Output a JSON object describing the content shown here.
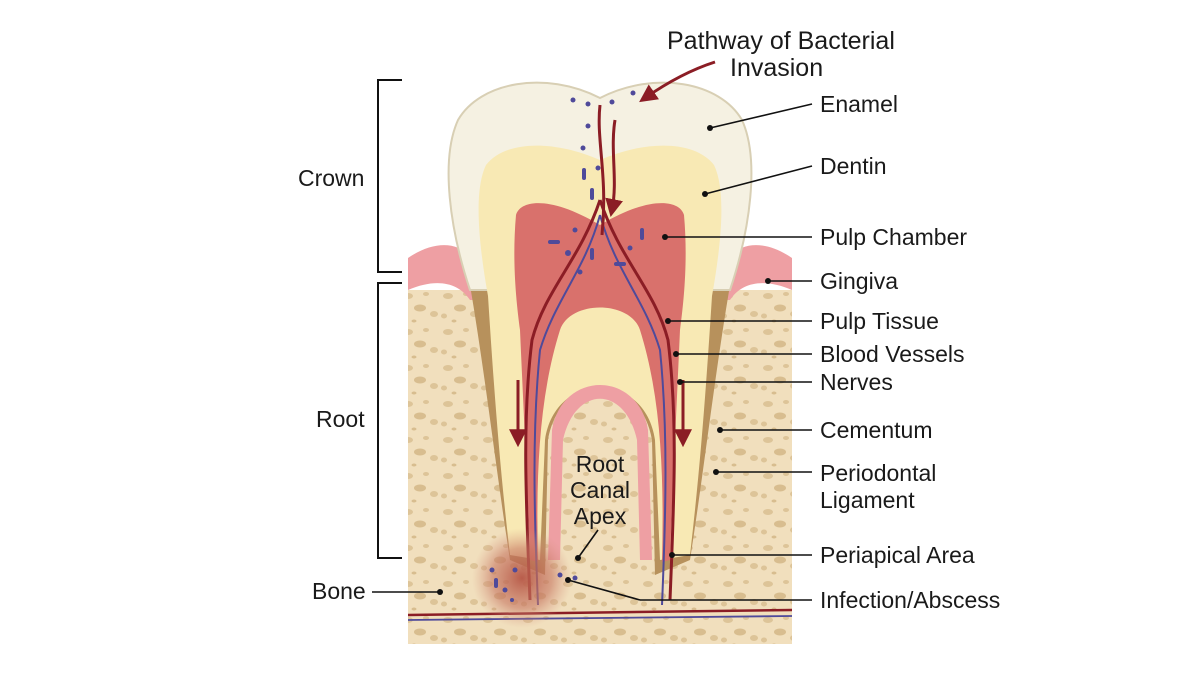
{
  "title_lines": [
    "Pathway of Bacterial",
    "Invasion"
  ],
  "regions": {
    "crown": "Crown",
    "root": "Root",
    "bone": "Bone"
  },
  "apex_lines": [
    "Root",
    "Canal",
    "Apex"
  ],
  "labels": {
    "enamel": "Enamel",
    "dentin": "Dentin",
    "pulp_chamber": "Pulp Chamber",
    "gingiva": "Gingiva",
    "pulp_tissue": "Pulp Tissue",
    "blood_vessels": "Blood Vessels",
    "nerves": "Nerves",
    "cementum": "Cementum",
    "periodontal_lines": [
      "Periodontal",
      "Ligament"
    ],
    "periapical_area": "Periapical Area",
    "infection_abscess": "Infection/Abscess"
  },
  "colors": {
    "enamel": "#f5f1e2",
    "dentin": "#f8e9b4",
    "pulp": "#d9716c",
    "gingiva": "#ee9fa3",
    "bone": "#f1dfbd",
    "cementum": "#b7915c",
    "vessel": "#8b1d25",
    "bacteria": "#4f4a9a",
    "abscess": "#b65645"
  }
}
